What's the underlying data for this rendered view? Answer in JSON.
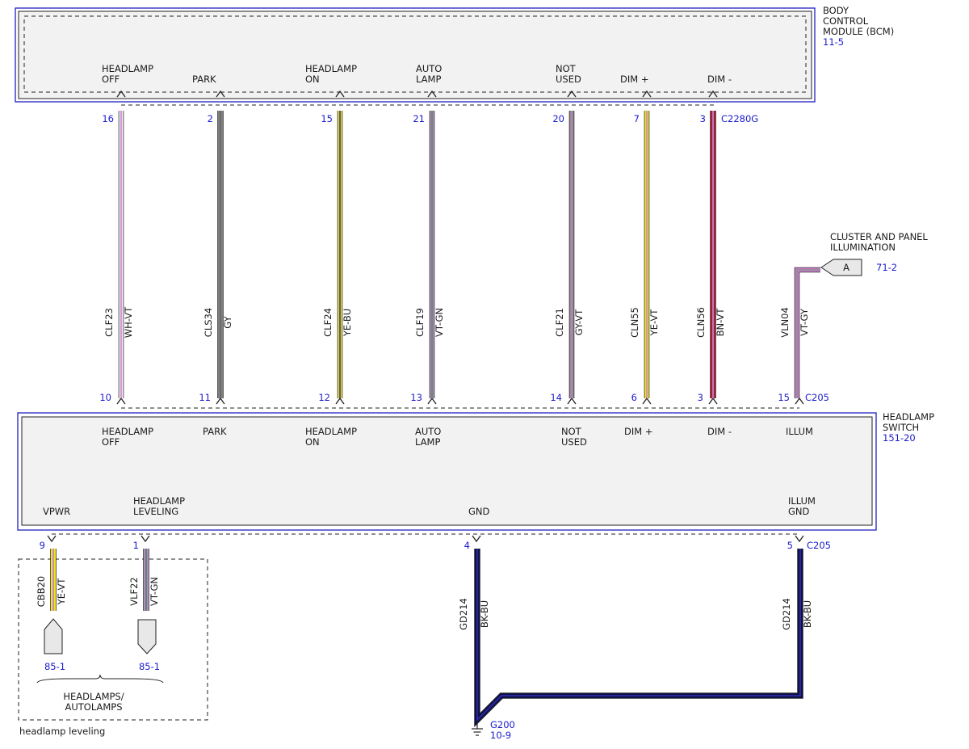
{
  "colors": {
    "WH-VT": [
      "#f6ecf7",
      "#c77dcb"
    ],
    "GY": [
      "#7f7f7f",
      "#6a6a6a"
    ],
    "YE-BU": [
      "#f0e41e",
      "#2a2aa8"
    ],
    "VT-GN": [
      "#c77dcb",
      "#2e9e4e"
    ],
    "GY-VT": [
      "#8d8d8d",
      "#c77dcb"
    ],
    "YE-VT": [
      "#f0e41e",
      "#c77dcb"
    ],
    "BN-VT": [
      "#a51f2f",
      "#c77dcb"
    ],
    "VT-GY": [
      "#c77dcb",
      "#8d8d8d"
    ],
    "BK-BU": [
      "#101040",
      "#2a2ab0"
    ],
    "label_blue": "#1a1acc",
    "module_border": "#2020c0",
    "module_fill": "#f2f2f2"
  },
  "bcm": {
    "title": [
      "BODY",
      "CONTROL",
      "MODULE (BCM)"
    ],
    "ref": "11-5",
    "connector": "C2280G",
    "pins": [
      {
        "label": [
          "HEADLAMP",
          "OFF"
        ],
        "pin": "16"
      },
      {
        "label": [
          "PARK"
        ],
        "pin": "2"
      },
      {
        "label": [
          "HEADLAMP",
          "ON"
        ],
        "pin": "15"
      },
      {
        "label": [
          "AUTO",
          "LAMP"
        ],
        "pin": "21"
      },
      {
        "label": [
          "NOT",
          "USED"
        ],
        "pin": "20"
      },
      {
        "label": [
          "DIM +"
        ],
        "pin": "7"
      },
      {
        "label": [
          "DIM -"
        ],
        "pin": "3"
      }
    ]
  },
  "switch": {
    "title": [
      "HEADLAMP",
      "SWITCH"
    ],
    "ref": "151-20",
    "connector": "C205",
    "top_pins": [
      {
        "label": [
          "HEADLAMP",
          "OFF"
        ],
        "pin": "10"
      },
      {
        "label": [
          "PARK"
        ],
        "pin": "11"
      },
      {
        "label": [
          "HEADLAMP",
          "ON"
        ],
        "pin": "12"
      },
      {
        "label": [
          "AUTO",
          "LAMP"
        ],
        "pin": "13"
      },
      {
        "label": [
          "NOT",
          "USED"
        ],
        "pin": "14"
      },
      {
        "label": [
          "DIM +"
        ],
        "pin": "6"
      },
      {
        "label": [
          "DIM -"
        ],
        "pin": "3"
      },
      {
        "label": [
          "ILLUM"
        ],
        "pin": "15"
      }
    ],
    "bottom_pins": [
      {
        "label": [
          "VPWR"
        ],
        "pin": "9"
      },
      {
        "label": [
          "HEADLAMP",
          "LEVELING"
        ],
        "pin": "1"
      },
      {
        "label": [
          "GND"
        ],
        "pin": "4"
      },
      {
        "label": [
          "ILLUM",
          "GND"
        ],
        "pin": "5"
      }
    ]
  },
  "wires_upper": [
    {
      "circuit": "CLF23",
      "color": "WH-VT"
    },
    {
      "circuit": "CLS34",
      "color": "GY"
    },
    {
      "circuit": "CLF24",
      "color": "YE-BU"
    },
    {
      "circuit": "CLF19",
      "color": "VT-GN"
    },
    {
      "circuit": "CLF21",
      "color": "GY-VT"
    },
    {
      "circuit": "CLN55",
      "color": "YE-VT"
    },
    {
      "circuit": "CLN56",
      "color": "BN-VT"
    },
    {
      "circuit": "VLN04",
      "color": "VT-GY"
    }
  ],
  "wires_lower": [
    {
      "circuit": "CBB20",
      "color": "YE-VT"
    },
    {
      "circuit": "VLF22",
      "color": "VT-GN"
    },
    {
      "circuit": "GD214",
      "color": "BK-BU"
    },
    {
      "circuit": "GD214",
      "color": "BK-BU"
    }
  ],
  "cluster": {
    "label": [
      "CLUSTER AND PANEL",
      "ILLUMINATION"
    ],
    "connector_letter": "A",
    "ref": "71-2"
  },
  "headlamps": {
    "refs": [
      "85-1",
      "85-1"
    ],
    "label": [
      "HEADLAMPS/",
      "AUTOLAMPS"
    ]
  },
  "option_box_label": "headlamp leveling",
  "ground": {
    "name": "G200",
    "ref": "10-9"
  }
}
